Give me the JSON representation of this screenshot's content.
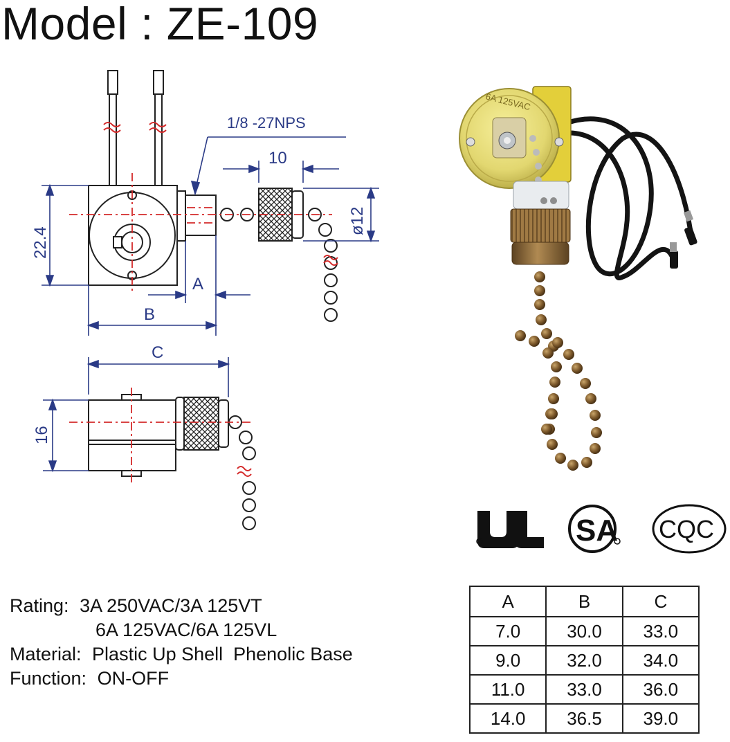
{
  "header": {
    "title": "Model : ZE-109"
  },
  "drawing": {
    "thread_label": "1/8 -27NPS",
    "dim_10": "10",
    "dim_diameter": "ø12",
    "dim_22_4": "22.4",
    "dim_a": "A",
    "dim_b": "B",
    "dim_c": "C",
    "dim_16": "16"
  },
  "certifications": {
    "ul": "UL",
    "csa": "SA",
    "cqc": "CQC"
  },
  "specs": {
    "rating_label": "Rating:",
    "rating_line1": "3A 250VAC/3A 125VT",
    "rating_line2": "6A 125VAC/6A 125VL",
    "material_label": "Material:",
    "material_value": "Plastic Up Shell  Phenolic Base",
    "function_label": "Function:",
    "function_value": "ON-OFF"
  },
  "dimension_table": {
    "headers": [
      "A",
      "B",
      "C"
    ],
    "rows": [
      [
        "7.0",
        "30.0",
        "33.0"
      ],
      [
        "9.0",
        "32.0",
        "34.0"
      ],
      [
        "11.0",
        "33.0",
        "36.0"
      ],
      [
        "14.0",
        "36.5",
        "39.0"
      ]
    ]
  },
  "colors": {
    "drawing_line": "#2a3a86",
    "center_line": "#d42a2a",
    "brass": "#8a6a3a",
    "wire": "#141414"
  },
  "photo": {
    "printed_rating": "6A 125VAC"
  }
}
